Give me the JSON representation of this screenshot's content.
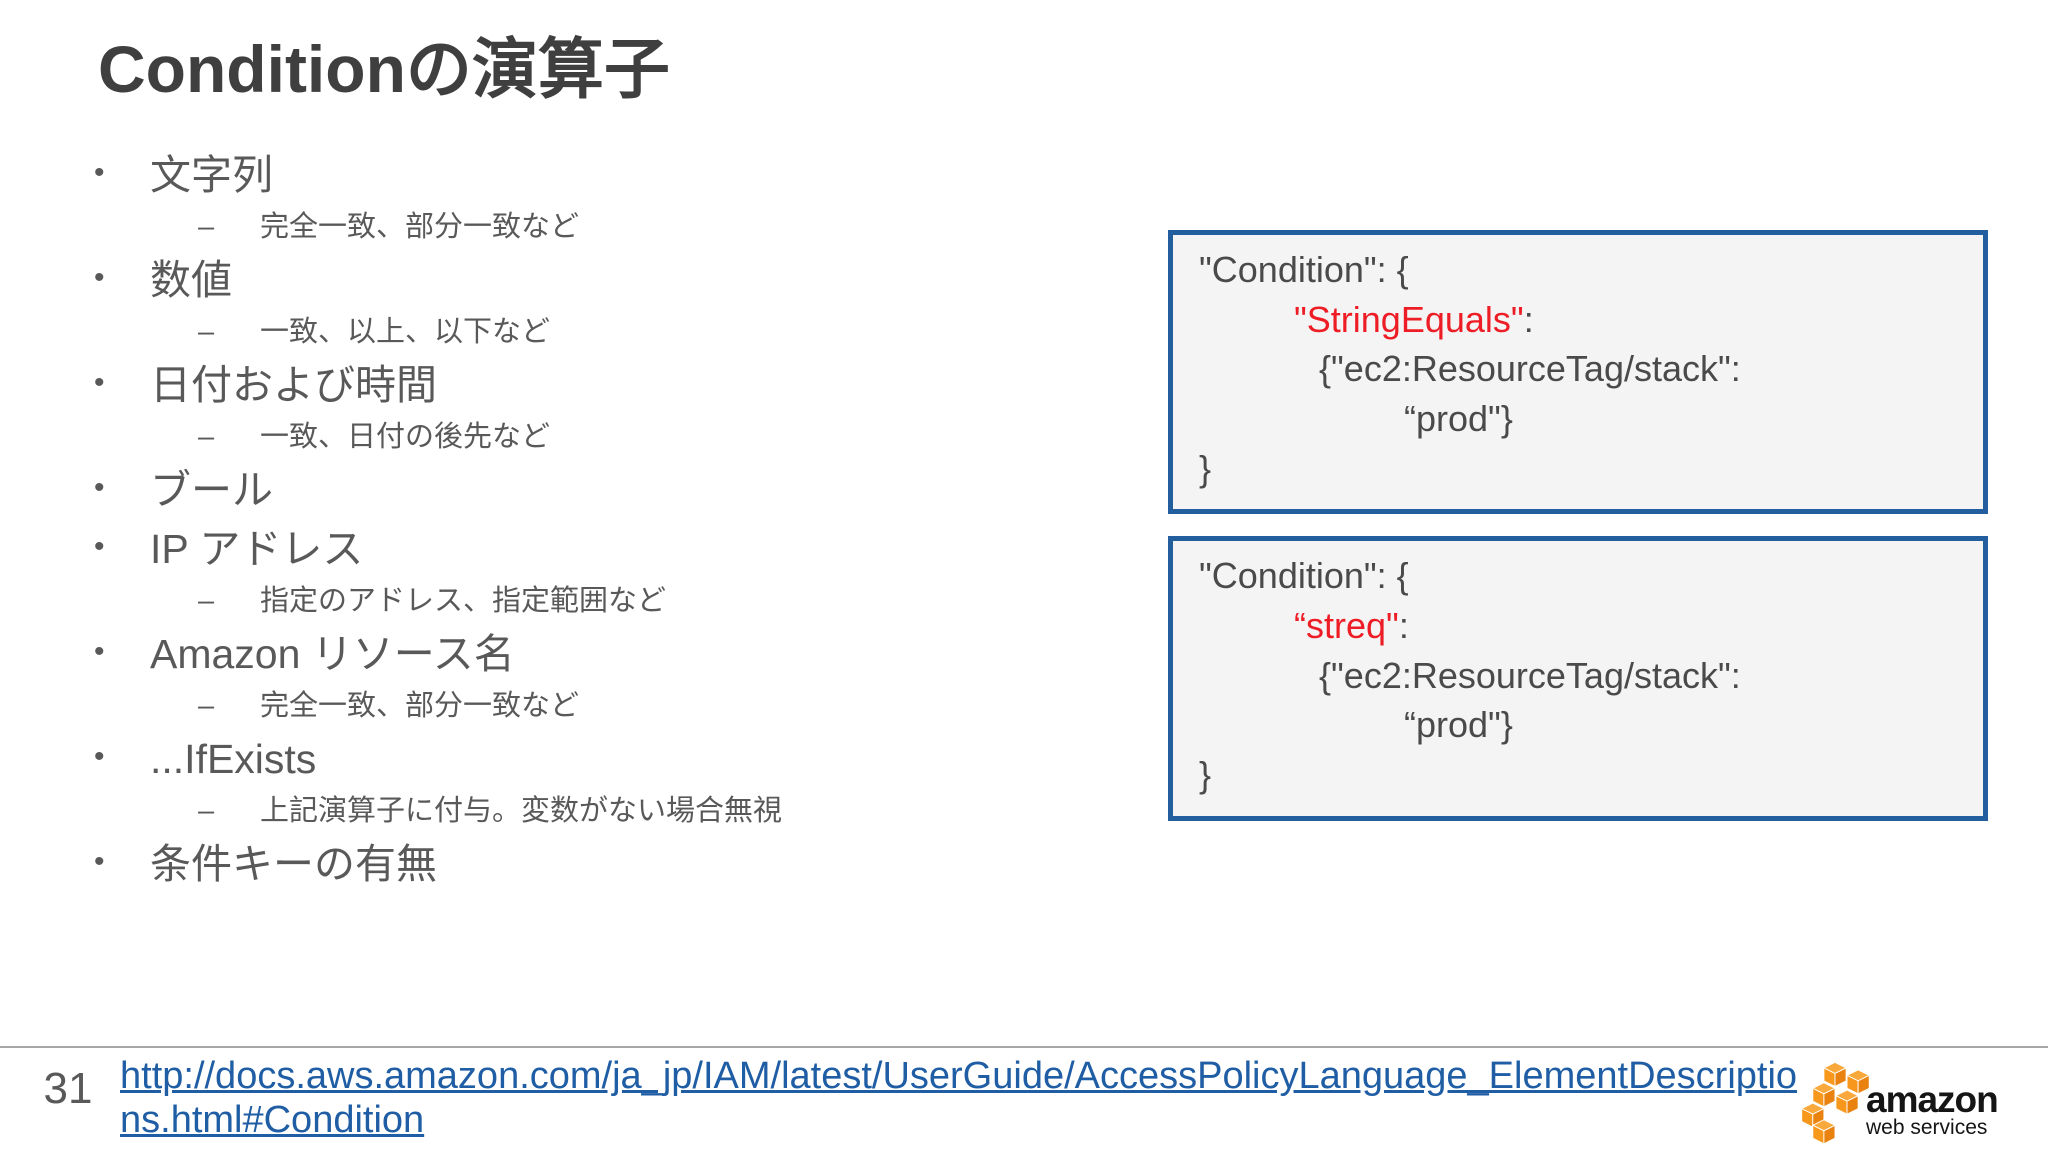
{
  "title": "Conditionの演算子",
  "colors": {
    "title_text": "#3f3f3f",
    "body_text": "#595959",
    "code_box_border": "#235e9e",
    "code_box_background": "#f4f4f4",
    "operator_red": "#ee1c25",
    "link_blue": "#1f5da4",
    "logo_orange": "#f7981d"
  },
  "bullets": [
    {
      "level": 1,
      "text": "文字列"
    },
    {
      "level": 2,
      "text": "完全一致、部分一致など"
    },
    {
      "level": 1,
      "text": "数値"
    },
    {
      "level": 2,
      "text": "一致、以上、以下など"
    },
    {
      "level": 1,
      "text": "日付および時間"
    },
    {
      "level": 2,
      "text": "一致、日付の後先など"
    },
    {
      "level": 1,
      "text": "ブール"
    },
    {
      "level": 1,
      "text": "IP アドレス"
    },
    {
      "level": 2,
      "text": "指定のアドレス、指定範囲など"
    },
    {
      "level": 1,
      "text": "Amazon リソース名"
    },
    {
      "level": 2,
      "text": "完全一致、部分一致など"
    },
    {
      "level": 1,
      "text": "...IfExists"
    },
    {
      "level": 2,
      "text": "上記演算子に付与。変数がない場合無視"
    },
    {
      "level": 1,
      "text": "条件キーの有無"
    }
  ],
  "code_boxes": [
    {
      "line1": "\"Condition\": {",
      "operator": "\"StringEquals\"",
      "operator_suffix": ":",
      "line3": "{\"ec2:ResourceTag/stack\":",
      "line4": "“prod\"}",
      "line5": "}"
    },
    {
      "line1": "\"Condition\": {",
      "operator": "“streq\"",
      "operator_suffix": ":",
      "line3": "{\"ec2:ResourceTag/stack\":",
      "line4": "“prod\"}",
      "line5": "}"
    }
  ],
  "footer": {
    "page_number": "31",
    "link_line1": "http://docs.aws.amazon.com/ja_jp/IAM/latest/UserGuide/AccessPolicyLanguage_ElementDescriptio",
    "link_line2": "ns.html#Condition",
    "logo": {
      "brand": "amazon",
      "sub": "web services"
    }
  }
}
